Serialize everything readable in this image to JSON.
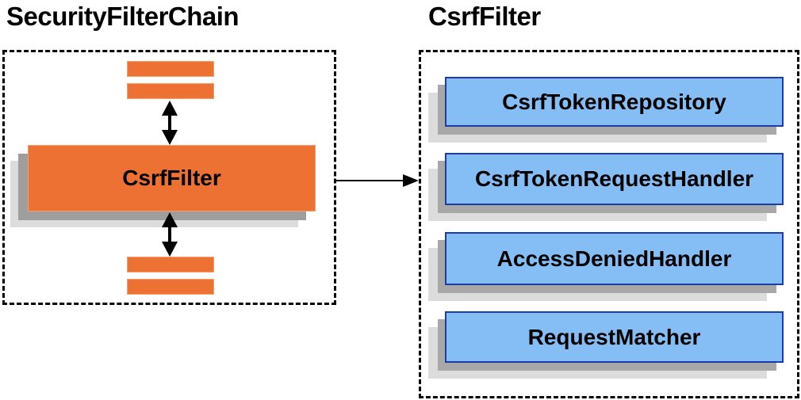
{
  "left_panel": {
    "title": "SecurityFilterChain",
    "filter_label": "CsrfFilter"
  },
  "right_panel": {
    "title": "CsrfFilter",
    "components": [
      {
        "label": "CsrfTokenRepository"
      },
      {
        "label": "CsrfTokenRequestHandler"
      },
      {
        "label": "AccessDeniedHandler"
      },
      {
        "label": "RequestMatcher"
      }
    ]
  },
  "icons": {
    "bidirectional_arrow": "↕",
    "flow_arrow": "→"
  },
  "colors": {
    "orange_fill": "#ED7132",
    "orange_border": "#F59E70",
    "blue_fill": "#85BEF4",
    "blue_border": "#1E3CA8",
    "shadow_gray": "#9E9E9E",
    "shadow_light_gray": "#DCDCDC",
    "arrow": "#000000",
    "dashed_border": "#000000",
    "text": "#000000"
  }
}
